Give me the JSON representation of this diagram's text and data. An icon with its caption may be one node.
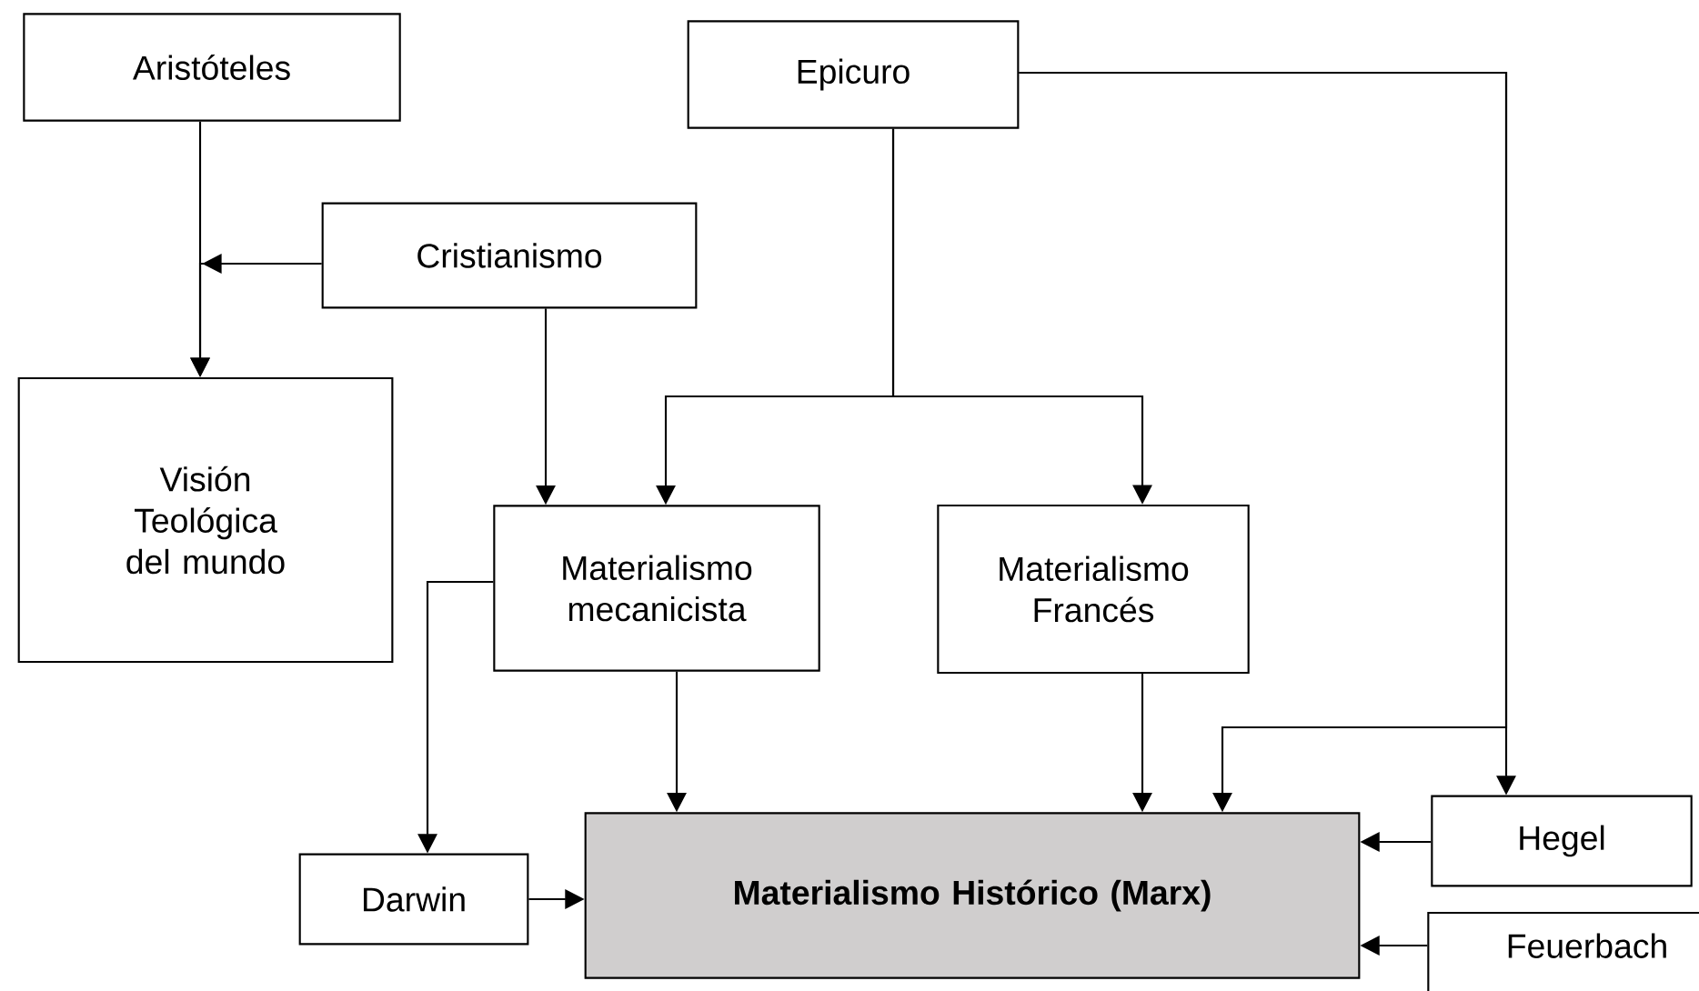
{
  "diagram": {
    "nodes": [
      {
        "text": [
          "Aristóteles"
        ]
      },
      {
        "text": [
          "Epicuro"
        ]
      },
      {
        "text": [
          "Cristianismo"
        ]
      },
      {
        "text": [
          "Visión Teológica del mundo"
        ]
      },
      {
        "text": [
          "Materialismo mecanicista"
        ]
      },
      {
        "text": [
          "Materialismo Francés"
        ]
      },
      {
        "text": [
          "Materialismo Histórico (Marx)"
        ]
      },
      {
        "text": [
          "Darwin"
        ]
      },
      {
        "text": [
          "Hegel"
        ]
      },
      {
        "text": [
          "Feuerbach"
        ]
      }
    ],
    "edges": [
      {
        "from": 0,
        "to": 3,
        "arrow": "to"
      },
      {
        "from": 2,
        "to": 3,
        "arrow": "to"
      },
      {
        "from": 2,
        "to": 4,
        "arrow": "to"
      },
      {
        "from": 1,
        "to": 4,
        "arrow": "to"
      },
      {
        "from": 1,
        "to": 5,
        "arrow": "to"
      },
      {
        "from": 1,
        "to": 8,
        "arrow": "to"
      },
      {
        "from": 1,
        "to": 6,
        "arrow": "to"
      },
      {
        "from": 4,
        "to": 7,
        "arrow": "to"
      },
      {
        "from": 4,
        "to": 6,
        "arrow": "to"
      },
      {
        "from": 5,
        "to": 6,
        "arrow": "to"
      },
      {
        "from": 7,
        "to": 6,
        "arrow": "to"
      },
      {
        "from": 8,
        "to": 6,
        "arrow": "to"
      },
      {
        "from": 9,
        "to": 6,
        "arrow": "to"
      }
    ]
  }
}
